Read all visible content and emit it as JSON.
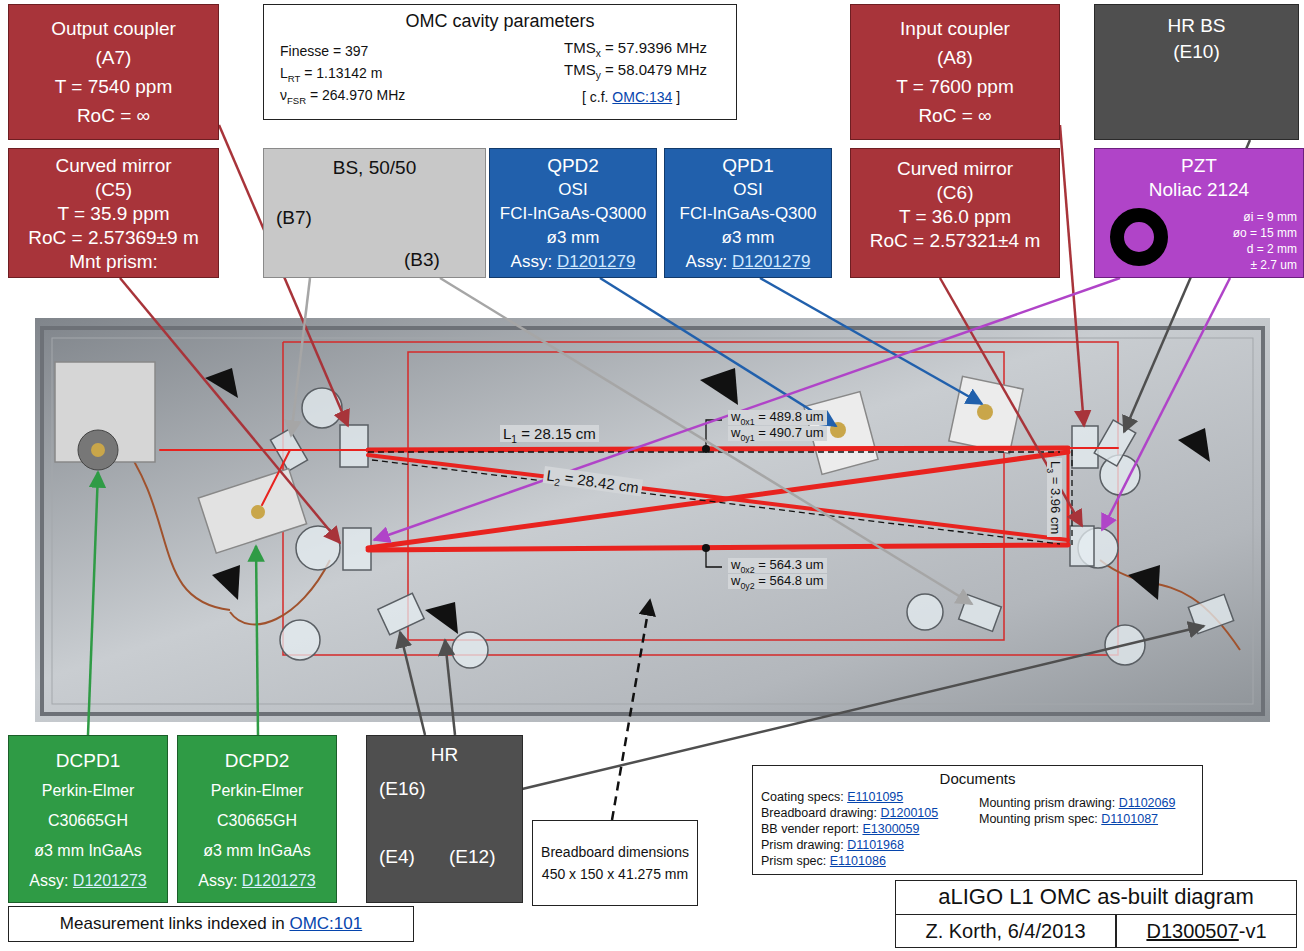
{
  "diagram": {
    "title": "aLIGO L1 OMC as-built diagram",
    "nodes": [
      {
        "text": [
          "Output coupler",
          "(A7)",
          "T = 7540 ppm",
          "RoC = ∞"
        ]
      },
      {
        "text": [
          "OMC cavity parameters",
          "Finesse = 397",
          "LRT = 1.13142 m",
          "νFSR = 264.970 MHz",
          "TMSx = 57.9396 MHz",
          "TMSy = 58.0479 MHz",
          "[ c.f. OMC:134 ]"
        ]
      },
      {
        "text": [
          "Input coupler",
          "(A8)",
          "T = 7600 ppm",
          "RoC = ∞"
        ]
      },
      {
        "text": [
          "HR BS",
          "(E10)"
        ]
      },
      {
        "text": [
          "Curved mirror",
          "(C5)",
          "T = 35.9 ppm",
          "RoC = 2.57369±9 m",
          "Mnt prism:"
        ]
      },
      {
        "text": [
          "BS, 50/50",
          "(B7)",
          "(B3)"
        ]
      },
      {
        "text": [
          "QPD2",
          "OSI",
          "FCI-InGaAs-Q3000",
          "ø3 mm",
          "Assy: D1201279"
        ]
      },
      {
        "text": [
          "QPD1",
          "OSI",
          "FCI-InGaAs-Q300",
          "ø3 mm",
          "Assy: D1201279"
        ]
      },
      {
        "text": [
          "Curved mirror",
          "(C6)",
          "T = 36.0 ppm",
          "RoC = 2.57321±4 m"
        ]
      },
      {
        "text": [
          "PZT",
          "Noliac 2124",
          "øi = 9 mm",
          "øo = 15 mm",
          "d = 2 mm",
          "± 2.7 um"
        ]
      },
      {
        "text": [
          "DCPD1",
          "Perkin-Elmer",
          "C30665GH",
          "ø3 mm InGaAs",
          "Assy: D1201273"
        ]
      },
      {
        "text": [
          "DCPD2",
          "Perkin-Elmer",
          "C30665GH",
          "ø3 mm InGaAs",
          "Assy: D1201273"
        ]
      },
      {
        "text": [
          "HR",
          "(E16)",
          "(E4)",
          "(E12)"
        ]
      },
      {
        "text": [
          "Breadboard dimensions",
          "450 x 150 x 41.275 mm"
        ]
      },
      {
        "text": [
          "Documents",
          "Coating specs: E1101095",
          "Mounting prism drawing: D1102069",
          "Breadboard drawing: D1200105",
          "Mounting prism spec: D1101087",
          "BB vender report: E1300059",
          "Prism drawing: D1101968",
          "Prism spec: E1101086"
        ]
      },
      {
        "text": [
          "Measurement links indexed in OMC:101"
        ]
      },
      {
        "text": [
          "Z. Korth, 6/4/2013"
        ]
      },
      {
        "text": [
          "D1300507-v1"
        ]
      }
    ],
    "labels": [
      "L1 = 28.15 cm",
      "L2 = 28.42 cm",
      "L3 = 3.96 cm",
      "w0x1 = 489.8 um",
      "w0y1 = 490.7 um",
      "w0x2 = 564.3 um",
      "w0y2 = 564.8 um"
    ]
  }
}
